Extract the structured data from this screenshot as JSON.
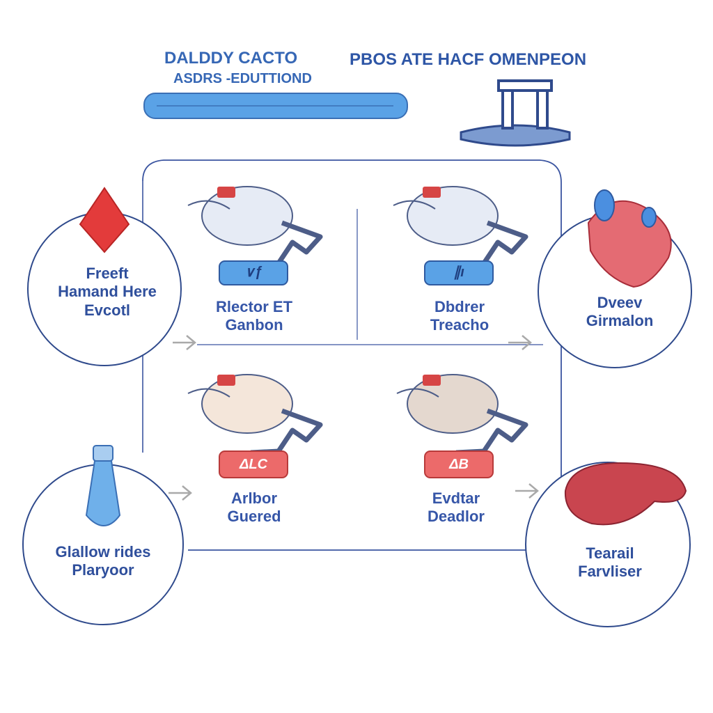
{
  "header": {
    "title_left_line1": "DALDDY CACTO",
    "title_left_line2": "ASDRS -EDUTTIOND",
    "title_right": "PBOS ATE HACF OMENPEON"
  },
  "nodes": {
    "top_left": {
      "line1": "Freeft",
      "line2": "Hamand Here",
      "line3": "Evcotl"
    },
    "bottom_left": {
      "line1": "Glallow rides",
      "line2": "Plaryoor"
    },
    "top_right": {
      "line1": "Dveev",
      "line2": "Girmalon"
    },
    "bottom_right": {
      "line1": "Tearail",
      "line2": "Farvliser"
    }
  },
  "items": [
    {
      "line1": "Rlector ET",
      "line2": "Ganbon",
      "badge": "∨ƒ"
    },
    {
      "line1": "Dbdrer",
      "line2": "Treacho",
      "badge": "∥ı"
    },
    {
      "line1": "Arlbor",
      "line2": "Guered",
      "badge": "ΔLC"
    },
    {
      "line1": "Evdtar",
      "line2": "Deadlor",
      "badge": "ΔB"
    }
  ],
  "colors": {
    "blue_accent": "#5b9be0",
    "red_accent": "#e35a5a",
    "outline": "#2f4a8c"
  }
}
